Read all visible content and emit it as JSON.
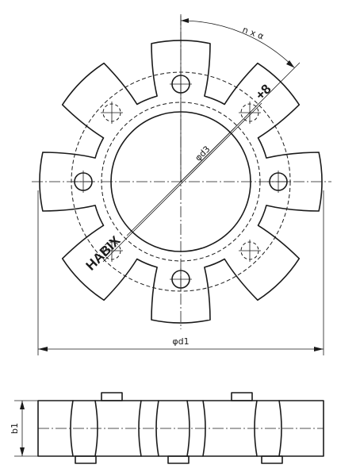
{
  "labels": {
    "angle": "n x α",
    "d3": "φd3",
    "d1": "φd1",
    "b1": "b1",
    "mark_number": "+8",
    "mark_brand": "HABIX"
  }
}
